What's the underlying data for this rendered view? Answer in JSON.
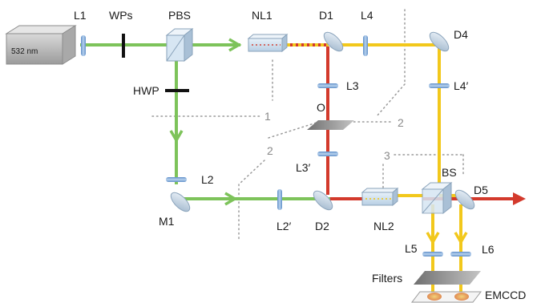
{
  "colors": {
    "green": "#7dc35a",
    "red": "#d33a2c",
    "yellow": "#f2c81c",
    "lens": "#7fa8d8",
    "glass": "#d7e6f3",
    "dotted": "#9a9a9a",
    "text": "#1a1a1a",
    "numbers": "#8a8a8a"
  },
  "labels": {
    "laser": "532 nm",
    "L1": "L1",
    "WPs": "WPs",
    "PBS": "PBS",
    "NL1": "NL1",
    "D1": "D1",
    "L4": "L4",
    "D4": "D4",
    "HWP": "HWP",
    "L3": "L3",
    "L4p": "L4′",
    "O": "O",
    "L3p": "L3′",
    "L2": "L2",
    "M1": "M1",
    "L2p": "L2′",
    "D2": "D2",
    "NL2": "NL2",
    "BS": "BS",
    "D5": "D5",
    "L5": "L5",
    "L6": "L6",
    "Filters": "Filters",
    "EMCCD": "EMCCD"
  },
  "path_numbers": {
    "p1": "1",
    "p2a": "2",
    "p2b": "2",
    "p3": "3"
  }
}
